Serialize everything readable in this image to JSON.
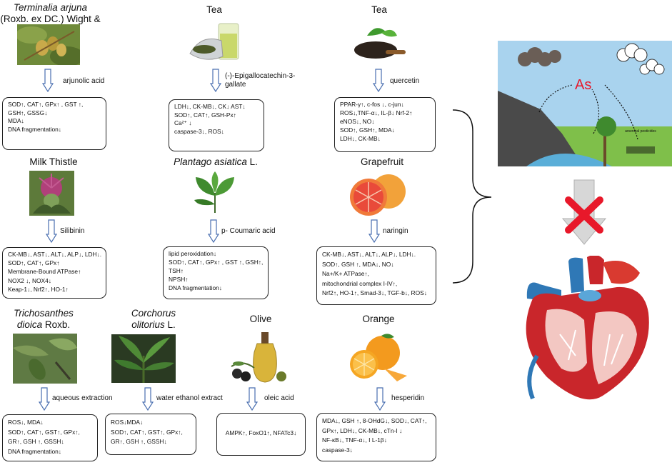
{
  "colors": {
    "arrow_stroke": "#4a6fb0",
    "arrow_fill": "#ffffff",
    "box_border": "#222222",
    "cross": "#e8182a",
    "heart_red": "#c9262b",
    "heart_blue": "#2f78b6",
    "sky": "#a9d3ee",
    "as_text": "#e8182a"
  },
  "panels": [
    {
      "id": "terminalia",
      "title_italic": "Terminalia arjuna",
      "title_rest": " (Roxb. ex DC.) Wight & Arn.",
      "compound": "arjunolic acid",
      "image_icon": "terminalia-fruit-photo",
      "effects": [
        "SOD↑, CAT↑, GPx↑ , GST ↑,",
        "GSH↑, GSSG↓",
        "MDA↓",
        "DNA fragmentation↓"
      ]
    },
    {
      "id": "tea-egcg",
      "title_italic": "",
      "title_rest": "Tea",
      "compound": "(-)-Epigallocatechin-3-gallate",
      "image_icon": "green-tea-cup-photo",
      "effects": [
        "LDH↓, CK-MB↓, CK↓ AST↓",
        "SOD↑, CAT↑, GSH-Px↑",
        "Ca²⁺ ↓",
        "caspase-3↓, ROS↓"
      ]
    },
    {
      "id": "tea-quercetin",
      "title_italic": "",
      "title_rest": "Tea",
      "compound": "quercetin",
      "image_icon": "tea-leaves-spoon-photo",
      "effects": [
        "PPAR-γ↑, c-fos ↓, c-jun↓",
        "ROS↓,TNF-α↓, IL-β↓ Nrf-2↑",
        "eNOS↓, NO↓",
        "SOD↑, GSH↑, MDA↓",
        "LDH↓, CK-MB↓"
      ]
    },
    {
      "id": "milk-thistle",
      "title_italic": "",
      "title_rest": "Milk Thistle",
      "compound": "Silibinin",
      "image_icon": "milk-thistle-flower-photo",
      "effects": [
        "CK-MB↓, AST↓, ALT↓, ALP↓, LDH↓.",
        "SOD↑, CAT↑, GPx↑",
        "Membrane-Bound ATPase↑",
        "NOX2 ↓, NOX4↓",
        " Keap-1↓, Nrf2↑, HO-1↑"
      ]
    },
    {
      "id": "plantago",
      "title_italic": "Plantago asiatica",
      "title_rest": " L.",
      "compound": "p- Coumaric acid",
      "image_icon": "plantago-leaves-photo",
      "effects": [
        "lipid peroxidation↓",
        "SOD↑, CAT↑, GPx↑ , GST ↑, GSH↑,",
        "TSH↑",
        "NPSH↑",
        "DNA fragmentation↓"
      ]
    },
    {
      "id": "grapefruit",
      "title_italic": "",
      "title_rest": "Grapefruit",
      "compound": "naringin",
      "image_icon": "grapefruit-photo",
      "effects": [
        "CK-MB↓, AST↓, ALT↓, ALP↓, LDH↓.",
        "SOD↑, GSH ↑, MDA↓, NO↓",
        "Na+/K+ ATPase↑,",
        " mitochondrial complex I-IV↑,",
        "Nrf2↑, HO-1↑, Smad-3↓, TGF-b↓, ROS↓"
      ]
    },
    {
      "id": "trichosanthes",
      "title_italic": "Trichosanthes dioica",
      "title_rest": " Roxb.",
      "compound": "aqueous extraction",
      "image_icon": "trichosanthes-plant-photo",
      "effects": [
        " ROS↓, MDA↓",
        "SOD↑, CAT↑, GST↑, GPx↑,",
        "GR↑, GSH ↑, GSSH↓",
        "DNA fragmentation↓"
      ]
    },
    {
      "id": "corchorus",
      "title_italic": "Corchorus olitorius",
      "title_rest": " L.",
      "compound": "water ethanol extract",
      "image_icon": "corchorus-plant-photo",
      "effects": [
        "ROS↓MDA↓",
        "SOD↑, CAT↑, GST↑, GPx↑,",
        " GR↑, GSH ↑, GSSH↓"
      ]
    },
    {
      "id": "olive",
      "title_italic": "",
      "title_rest": "Olive",
      "compound": "oleic acid",
      "image_icon": "olive-oil-photo",
      "effects": [
        "AMPK↑, FoxO1↑, NFATc3↓"
      ]
    },
    {
      "id": "orange",
      "title_italic": "",
      "title_rest": "Orange",
      "compound": "hesperidin",
      "image_icon": "orange-photo",
      "effects": [
        "MDA↓, GSH ↑, 8-OHdG↓, SOD↓, CAT↑,",
        "GPx↑, LDH↓, CK-MB↓, cTn-I ↓",
        "NF-κB↓, TNF-α↓, I L-1β↓",
        "caspase-3↓"
      ]
    }
  ],
  "side": {
    "arsenic_label": "As",
    "pesticides_label": "arsenical pesticides",
    "cross_icon": "red-x-cross-icon",
    "heart_icon": "heart-cross-section-illustration"
  }
}
